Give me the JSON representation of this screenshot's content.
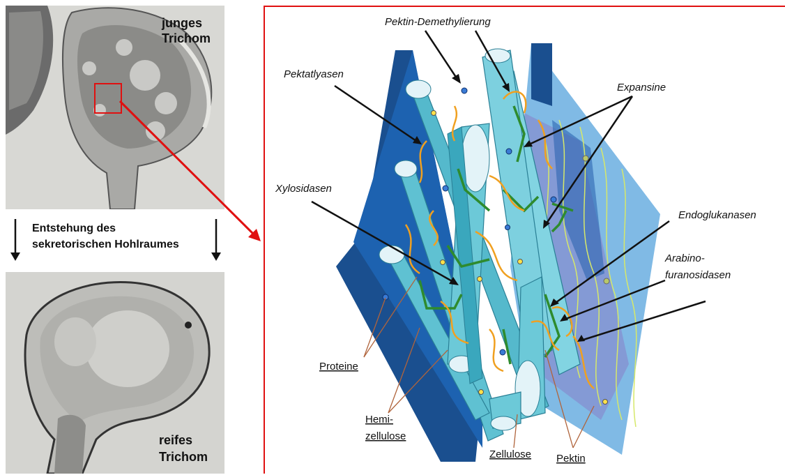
{
  "left_panel": {
    "young_trichome": [
      "junges",
      "Trichom"
    ],
    "mature_trichome": [
      "reifes",
      "Trichom"
    ],
    "caption": [
      "Entstehung des",
      "sekretorischen Hohlraumes"
    ]
  },
  "diagram": {
    "enzymes": {
      "pectin_demethylation": "Pektin-Demethylierung",
      "pectate_lyases": "Pektatlyasen",
      "expansins": "Expansine",
      "xylosidases": "Xylosidasen",
      "endoglucanases": "Endoglukanasen",
      "arabinofuranosidases_1": "Arabino-",
      "arabinofuranosidases_2": "furanosidasen"
    },
    "components": {
      "proteins": "Proteine",
      "hemicellulose_1": "Hemi-",
      "hemicellulose_2": "zellulose",
      "cellulose": "Zellulose",
      "pectin": "Pektin"
    }
  },
  "colors": {
    "frame_red": "#e01010",
    "wall_dark": "#1a4f8f",
    "wall_light": "#6aaee0",
    "fiber": "#7fcfdf",
    "hemicellulose": "#2e8b2e",
    "pectin": "#f0a020"
  }
}
